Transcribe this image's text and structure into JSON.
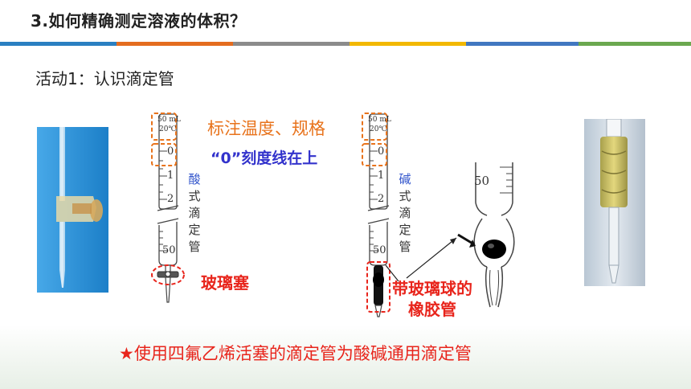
{
  "slide": {
    "title": "3.如何精确测定溶液的体积？",
    "subtitle": "活动1：认识滴定管",
    "accent_colors": [
      "#2a7fc1",
      "#e46c1f",
      "#8b8b8b",
      "#f2b800",
      "#4177c0",
      "#6ba84f"
    ]
  },
  "burette_marks": {
    "volume": "50 mL",
    "temperature": "20℃",
    "tick_0": "0",
    "tick_1": "1",
    "tick_2": "2",
    "tick_50": "50"
  },
  "labels": {
    "spec": "标注温度、规格",
    "zero_line": "“0”刻度线在上",
    "acid_chars": [
      "酸",
      "式",
      "滴",
      "定",
      "管"
    ],
    "base_chars": [
      "碱",
      "式",
      "滴",
      "定",
      "管"
    ],
    "glass_stopcock": "玻璃塞",
    "rubber_tube": "带玻璃球的橡胶管",
    "detail_50": "50"
  },
  "footnote": "★使用四氟乙烯活塞的滴定管为酸碱通用滴定管"
}
